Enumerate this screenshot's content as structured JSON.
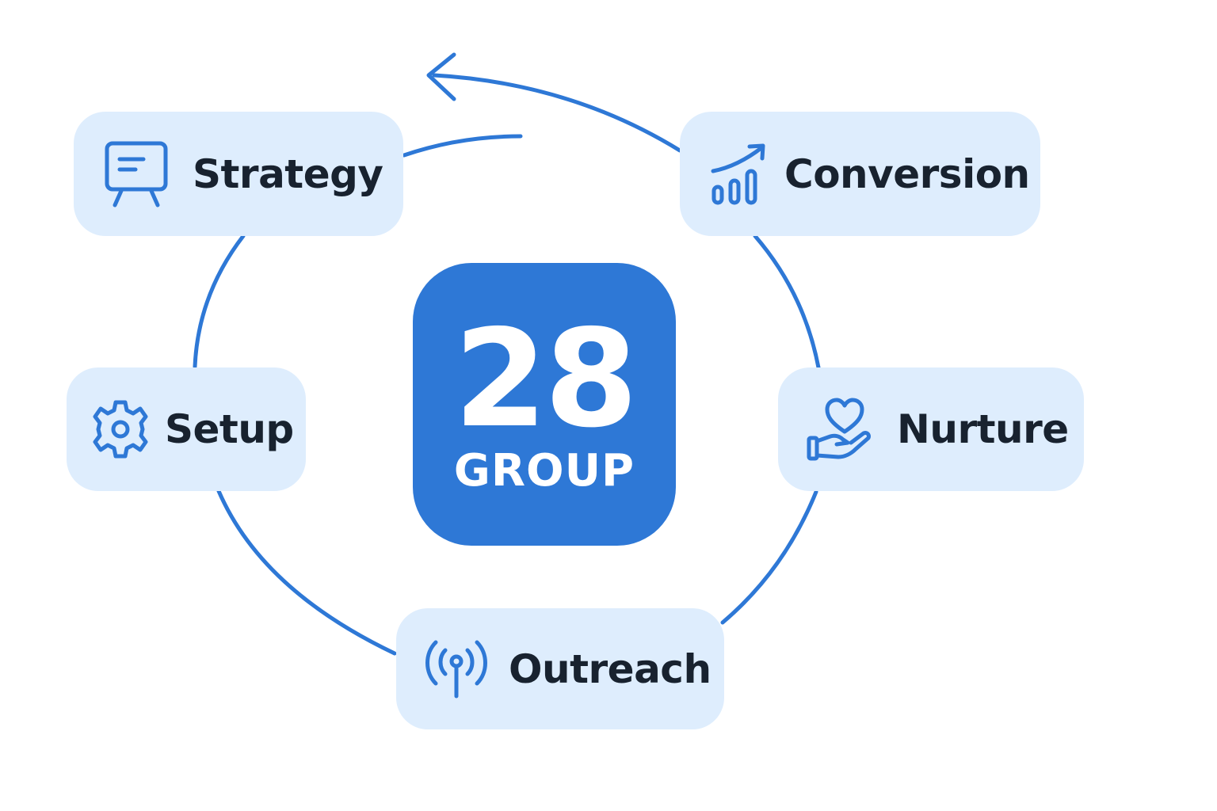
{
  "colors": {
    "accent": "#2e78d6",
    "node_bg": "#deedfd",
    "text": "#18222f",
    "center_text": "#ffffff"
  },
  "center": {
    "number": "28",
    "label": "GROUP"
  },
  "stages": [
    {
      "label": "Strategy",
      "icon": "presentation-board-icon"
    },
    {
      "label": "Conversion",
      "icon": "growth-chart-icon"
    },
    {
      "label": "Nurture",
      "icon": "heart-hand-icon"
    },
    {
      "label": "Outreach",
      "icon": "broadcast-antenna-icon"
    },
    {
      "label": "Setup",
      "icon": "gear-icon"
    }
  ]
}
